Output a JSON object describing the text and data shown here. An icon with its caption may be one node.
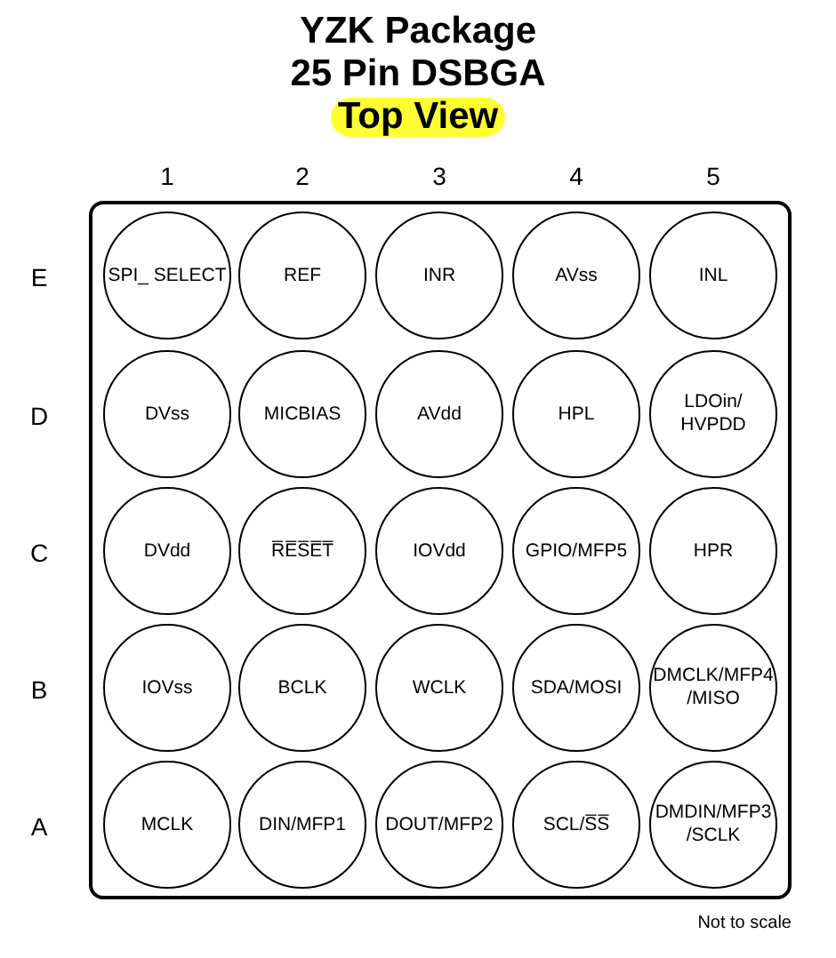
{
  "diagram": {
    "title": "YZK Package 25 Pin DSBGA",
    "nodes": [
      {
        "text": [],
        "shape": "box"
      },
      {
        "text": [
          "SPI_ SELECT"
        ],
        "in": 0
      },
      {
        "text": [
          "REF"
        ],
        "in": 0
      },
      {
        "text": [
          "INR"
        ],
        "in": 0
      },
      {
        "text": [
          "AVss"
        ],
        "in": 0
      },
      {
        "text": [
          "INL"
        ],
        "in": 0
      },
      {
        "text": [
          "DVss"
        ],
        "in": 0
      },
      {
        "text": [
          "MICBIAS"
        ],
        "in": 0
      },
      {
        "text": [
          "AVdd"
        ],
        "in": 0
      },
      {
        "text": [
          "HPL"
        ],
        "in": 0
      },
      {
        "text": [
          "LDOin/ HVPDD"
        ],
        "in": 0
      },
      {
        "text": [
          "DVdd"
        ],
        "in": 0
      },
      {
        "text": [
          "R̅E̅S̅E̅T̅"
        ],
        "in": 0
      },
      {
        "text": [
          "IOVdd"
        ],
        "in": 0
      },
      {
        "text": [
          "GPIO/MFP5"
        ],
        "in": 0
      },
      {
        "text": [
          "HPR"
        ],
        "in": 0
      },
      {
        "text": [
          "IOVss"
        ],
        "in": 0
      },
      {
        "text": [
          "BCLK"
        ],
        "in": 0
      },
      {
        "text": [
          "WCLK"
        ],
        "in": 0
      },
      {
        "text": [
          "SDA/MOSI"
        ],
        "in": 0
      },
      {
        "text": [
          "DMCLK/MFP4 /MISO"
        ],
        "in": 0
      },
      {
        "text": [
          "MCLK"
        ],
        "in": 0
      },
      {
        "text": [
          "DIN/MFP1"
        ],
        "in": 0
      },
      {
        "text": [
          "DOUT/MFP2"
        ],
        "in": 0
      },
      {
        "text": [
          "SCL/S̅S̅"
        ],
        "in": 0
      },
      {
        "text": [
          "DMDIN/MFP3 /SCLK"
        ],
        "in": 0
      }
    ],
    "labels": [
      "Top View",
      "1",
      "2",
      "3",
      "4",
      "5",
      "E",
      "D",
      "C",
      "B",
      "A",
      "Not to scale"
    ]
  }
}
